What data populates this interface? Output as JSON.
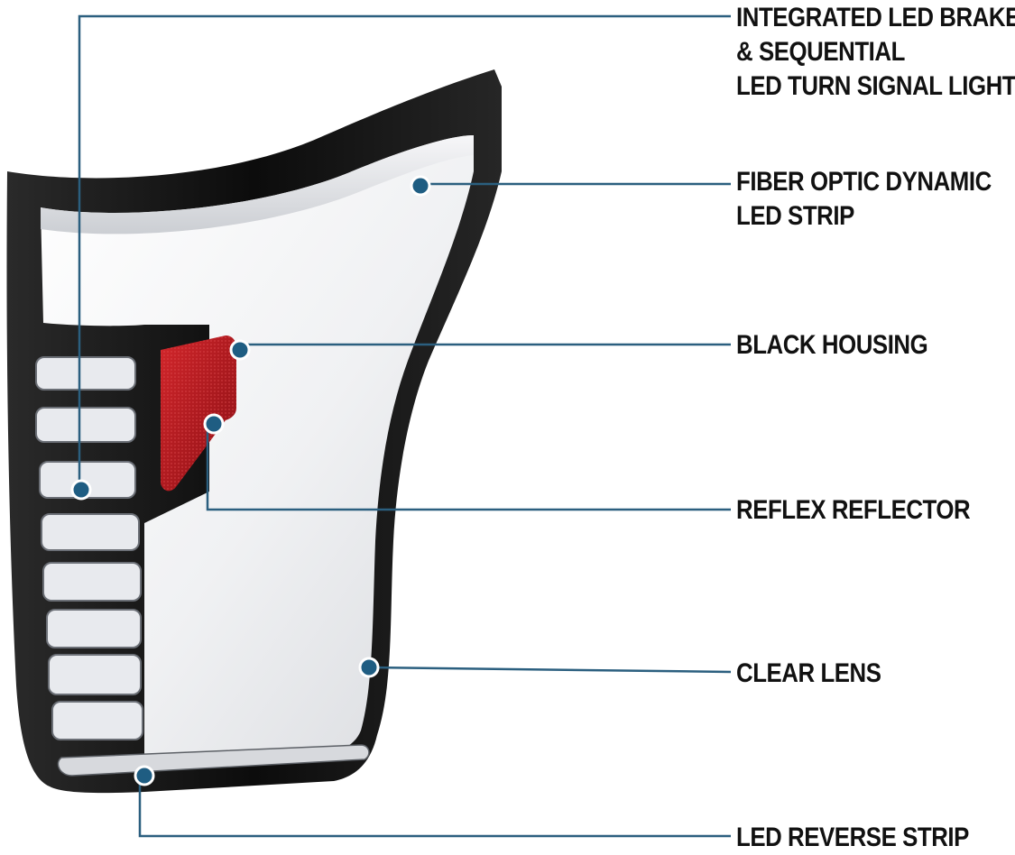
{
  "callouts": {
    "integrated_led": {
      "line1": "INTEGRATED LED BRAKE",
      "line2": "& SEQUENTIAL",
      "line3": "LED TURN SIGNAL LIGHTS"
    },
    "fiber_optic": {
      "line1": "FIBER OPTIC DYNAMIC",
      "line2": "LED STRIP"
    },
    "black_housing": {
      "line1": "BLACK HOUSING"
    },
    "reflex_reflector": {
      "line1": "REFLEX REFLECTOR"
    },
    "clear_lens": {
      "line1": "CLEAR LENS"
    },
    "led_reverse": {
      "line1": "LED REVERSE STRIP"
    }
  },
  "colors": {
    "leader_line": "#2b5f7f",
    "dot_fill": "#1f5d82",
    "housing": "#141414",
    "lens": "#f3f4f6",
    "reflector": "#b3161c"
  }
}
